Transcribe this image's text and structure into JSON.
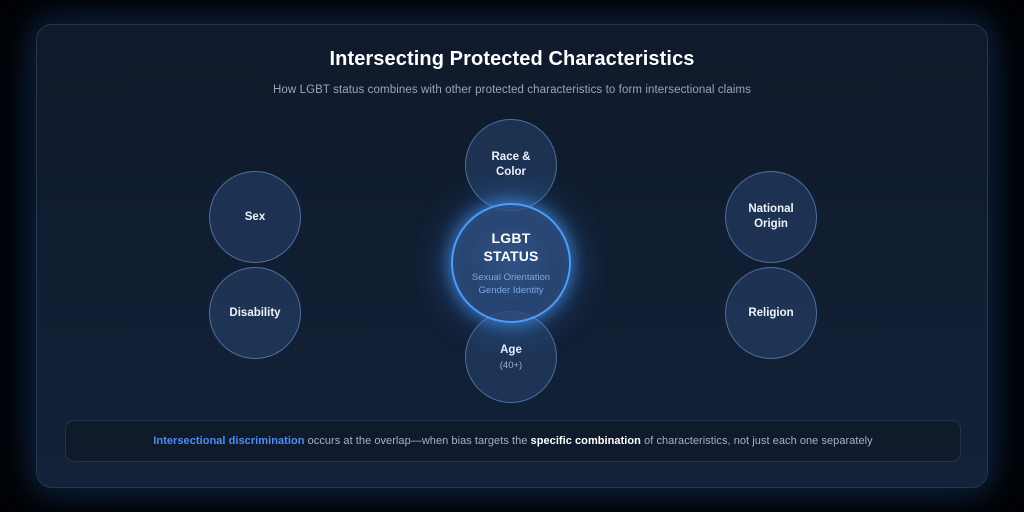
{
  "header": {
    "title": "Intersecting Protected Characteristics",
    "subtitle": "How LGBT status combines with other protected characteristics to form intersectional claims"
  },
  "center": {
    "line1": "LGBT",
    "line2": "STATUS",
    "sub_line1": "Sexual Orientation",
    "sub_line2": "Gender Identity"
  },
  "characteristics": [
    {
      "id": "race",
      "label_line1": "Race &",
      "label_line2": "Color",
      "sub": ""
    },
    {
      "id": "age",
      "label_line1": "Age",
      "label_line2": "",
      "sub": "(40+)"
    },
    {
      "id": "sex",
      "label_line1": "Sex",
      "label_line2": "",
      "sub": ""
    },
    {
      "id": "disability",
      "label_line1": "Disability",
      "label_line2": "",
      "sub": ""
    },
    {
      "id": "national",
      "label_line1": "National",
      "label_line2": "Origin",
      "sub": ""
    },
    {
      "id": "religion",
      "label_line1": "Religion",
      "label_line2": "",
      "sub": ""
    }
  ],
  "note": {
    "accent": "Intersectional discrimination",
    "mid": " occurs at the overlap—when bias targets the ",
    "strong": "specific combination",
    "tail": " of characteristics, not just each one separately"
  },
  "colors": {
    "page_background": "#000000",
    "card_background": "#111d30",
    "accent_blue": "#4d8ef5",
    "center_ring": "#4d9dfb",
    "satellite_fill": "#2f5082",
    "muted_text": "#97a7bd"
  }
}
